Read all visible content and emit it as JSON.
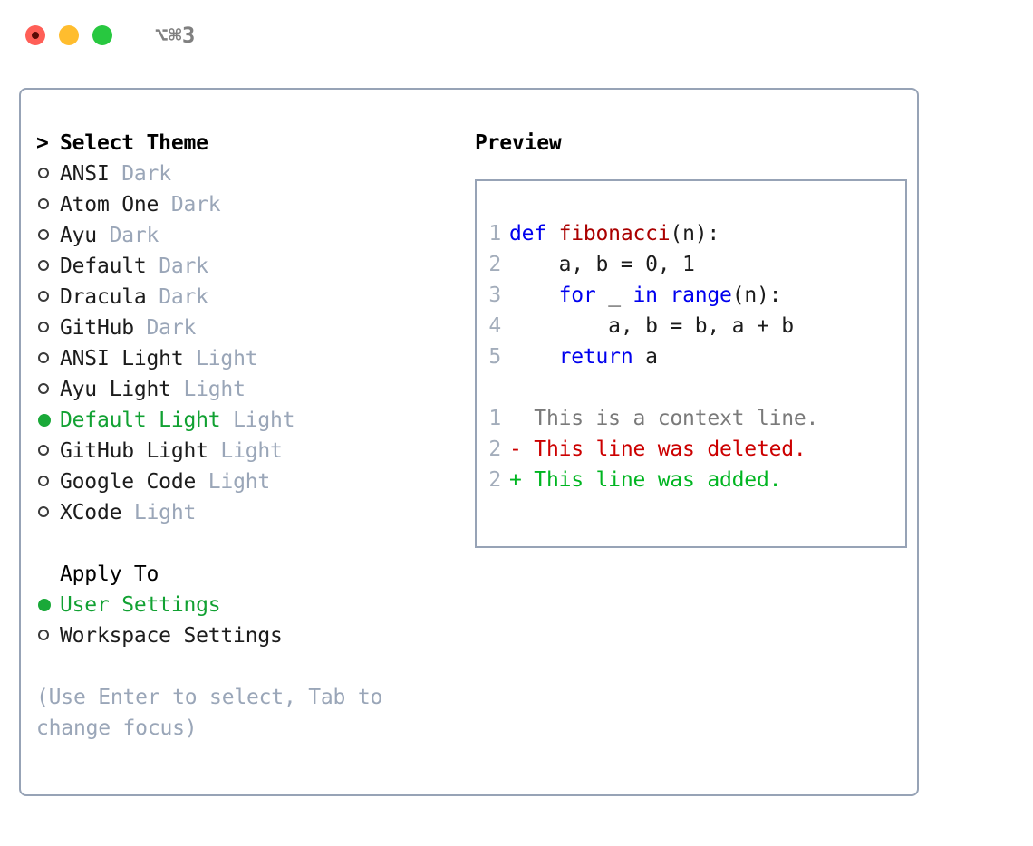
{
  "titlebar": {
    "title": "⌥⌘3",
    "buttons": [
      {
        "name": "close-button",
        "color": "#ff5f57"
      },
      {
        "name": "minimize-button",
        "color": "#ffbd2e"
      },
      {
        "name": "maximize-button",
        "color": "#28c840"
      }
    ]
  },
  "colors": {
    "border": "#97a3b6",
    "selected_green": "#11a132",
    "muted": "#9aa6b8",
    "keyword_blue": "#0000ee",
    "function_red": "#aa0000",
    "diff_added": "#00b521",
    "diff_removed": "#cc0000",
    "line_number": "#a3adbb"
  },
  "theme_picker": {
    "caret": ">",
    "heading": "Select Theme",
    "bullet_selected": "●",
    "bullet_unselected": "○",
    "items": [
      {
        "name": "ANSI",
        "variant": "Dark",
        "selected": false
      },
      {
        "name": "Atom One",
        "variant": "Dark",
        "selected": false
      },
      {
        "name": "Ayu",
        "variant": "Dark",
        "selected": false
      },
      {
        "name": "Default",
        "variant": "Dark",
        "selected": false
      },
      {
        "name": "Dracula",
        "variant": "Dark",
        "selected": false
      },
      {
        "name": "GitHub",
        "variant": "Dark",
        "selected": false
      },
      {
        "name": "ANSI Light",
        "variant": "Light",
        "selected": false
      },
      {
        "name": "Ayu Light",
        "variant": "Light",
        "selected": false
      },
      {
        "name": "Default Light",
        "variant": "Light",
        "selected": true
      },
      {
        "name": "GitHub Light",
        "variant": "Light",
        "selected": false
      },
      {
        "name": "Google Code",
        "variant": "Light",
        "selected": false
      },
      {
        "name": "XCode",
        "variant": "Light",
        "selected": false
      }
    ]
  },
  "apply_to": {
    "heading": "Apply To",
    "items": [
      {
        "name": "User Settings",
        "selected": true
      },
      {
        "name": "Workspace Settings",
        "selected": false
      }
    ]
  },
  "hint": "(Use Enter to select, Tab to change focus)",
  "preview": {
    "title": "Preview",
    "code_lines": [
      {
        "num": "1",
        "tokens": [
          {
            "t": "def ",
            "c": "kw"
          },
          {
            "t": "fibonacci",
            "c": "fn"
          },
          {
            "t": "(n):",
            "c": "pl"
          }
        ]
      },
      {
        "num": "2",
        "tokens": [
          {
            "t": "    a, b = 0, 1",
            "c": "pl"
          }
        ]
      },
      {
        "num": "3",
        "tokens": [
          {
            "t": "    ",
            "c": "pl"
          },
          {
            "t": "for",
            "c": "kw"
          },
          {
            "t": " _ ",
            "c": "pl"
          },
          {
            "t": "in range",
            "c": "kw"
          },
          {
            "t": "(n):",
            "c": "pl"
          }
        ]
      },
      {
        "num": "4",
        "tokens": [
          {
            "t": "        a, b = b, a + b",
            "c": "pl"
          }
        ]
      },
      {
        "num": "5",
        "tokens": [
          {
            "t": "    ",
            "c": "pl"
          },
          {
            "t": "return",
            "c": "kw"
          },
          {
            "t": " a",
            "c": "pl"
          }
        ]
      }
    ],
    "diff_lines": [
      {
        "num": "1",
        "marker": " ",
        "text": "  This is a context line.",
        "kind": "ctx"
      },
      {
        "num": "2",
        "marker": "-",
        "text": "- This line was deleted.",
        "kind": "del"
      },
      {
        "num": "2",
        "marker": "+",
        "text": "+ This line was added.",
        "kind": "add"
      }
    ]
  }
}
